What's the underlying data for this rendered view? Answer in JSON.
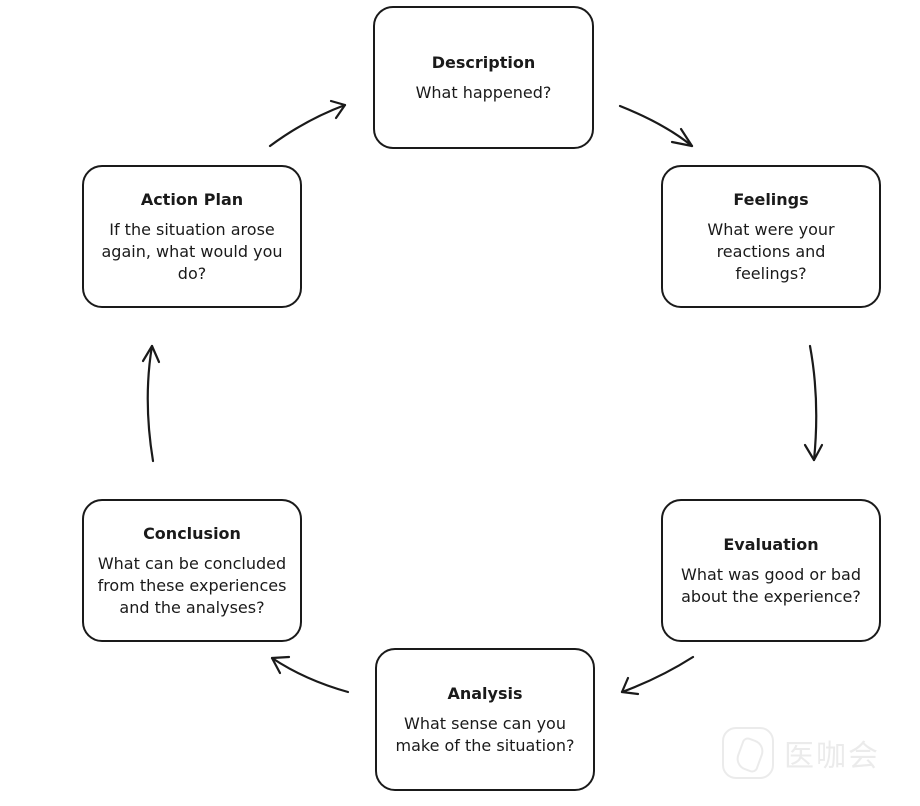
{
  "cycle": {
    "nodes": [
      {
        "title": "Description",
        "text": "What happened?"
      },
      {
        "title": "Feelings",
        "text": "What were your reactions and feelings?"
      },
      {
        "title": "Evaluation",
        "text": "What was good or bad about the experience?"
      },
      {
        "title": "Analysis",
        "text": "What sense can you make of the situation?"
      },
      {
        "title": "Conclusion",
        "text": "What can be concluded from these experiences and the analyses?"
      },
      {
        "title": "Action Plan",
        "text": "If the situation arose again, what would you do?"
      }
    ]
  },
  "watermark": {
    "text": "医咖会"
  }
}
